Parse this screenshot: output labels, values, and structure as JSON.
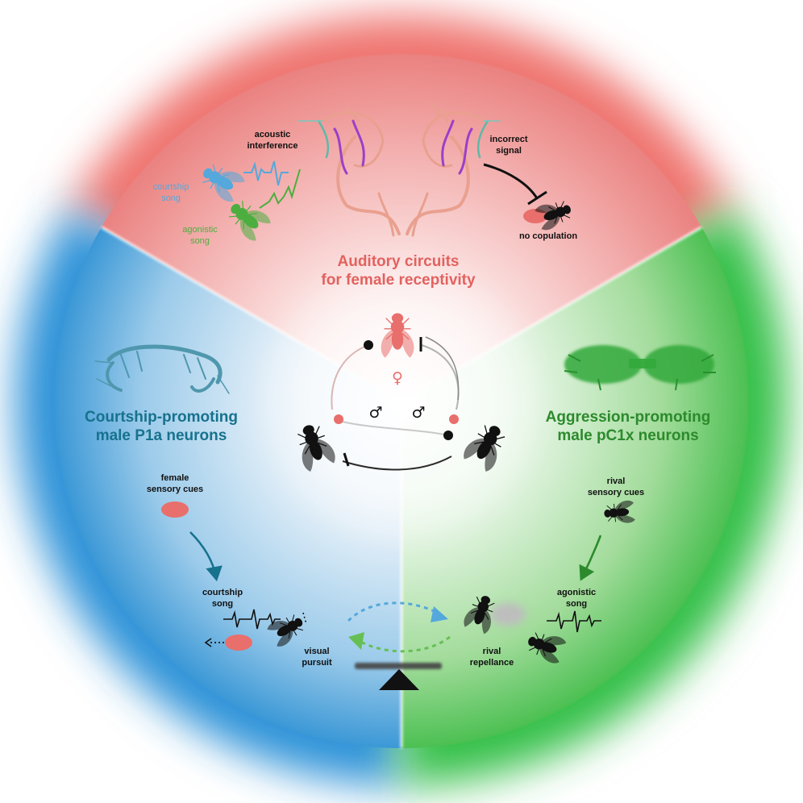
{
  "colors": {
    "red": "#e86f6c",
    "red_text": "#e2625f",
    "blue": "#1d86c9",
    "blue_text": "#17728d",
    "green": "#2fb54a",
    "green_text": "#2c8a2c",
    "light_blue": "#54a8dc",
    "light_green": "#66bf55",
    "salmon": "#e78a80"
  },
  "top": {
    "title_line1": "Auditory circuits",
    "title_line2": "for female receptivity",
    "acoustic_line1": "acoustic",
    "acoustic_line2": "interference",
    "courtship_line1": "courtship",
    "courtship_line2": "song",
    "agonistic_line1": "agonistic",
    "agonistic_line2": "song",
    "incorrect_line1": "incorrect",
    "incorrect_line2": "signal",
    "no_copulation": "no copulation"
  },
  "left": {
    "title_line1": "Courtship-promoting",
    "title_line2": "male P1a neurons",
    "cues_line1": "female",
    "cues_line2": "sensory cues",
    "song_line1": "courtship",
    "song_line2": "song",
    "pursuit_line1": "visual",
    "pursuit_line2": "pursuit"
  },
  "right": {
    "title_line1": "Aggression-promoting",
    "title_line2": "male pC1x neurons",
    "cues_line1": "rival",
    "cues_line2": "sensory cues",
    "song_line1": "agonistic",
    "song_line2": "song",
    "repel_line1": "rival",
    "repel_line2": "repellance"
  },
  "center": {
    "female_symbol": "♀",
    "male_symbol_left": "♂",
    "male_symbol_right": "♂"
  },
  "icons": [
    "fly-icon",
    "neuron-icon",
    "waveform-icon",
    "seesaw-icon",
    "inhibition-icon"
  ]
}
